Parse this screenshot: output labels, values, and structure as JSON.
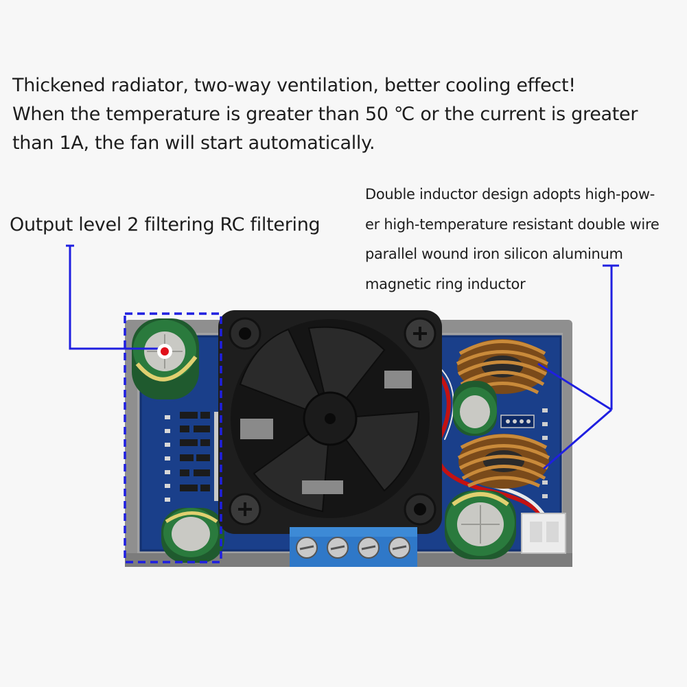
{
  "headline": {
    "line1": "Thickened radiator, two-way ventilation, better cooling effect!",
    "line2": "When the temperature is greater than 50 ℃ or the current is greater",
    "line3": "than 1A, the fan will start automatically."
  },
  "callouts": {
    "left_label": "Output level 2 filtering RC filtering",
    "right_label": {
      "line1": "Double inductor design adopts high-pow-",
      "line2": "er high-temperature resistant double wire",
      "line3": "parallel wound iron silicon aluminum",
      "line4": "magnetic ring inductor"
    }
  },
  "colors": {
    "callout_line": "#1f1fe0",
    "marker_dot": "#e0101a",
    "pcb": "#1a3f8a",
    "housing": "#8f8f8f",
    "terminal_block": "#2f78c8",
    "fan": "#1a1a1a"
  }
}
